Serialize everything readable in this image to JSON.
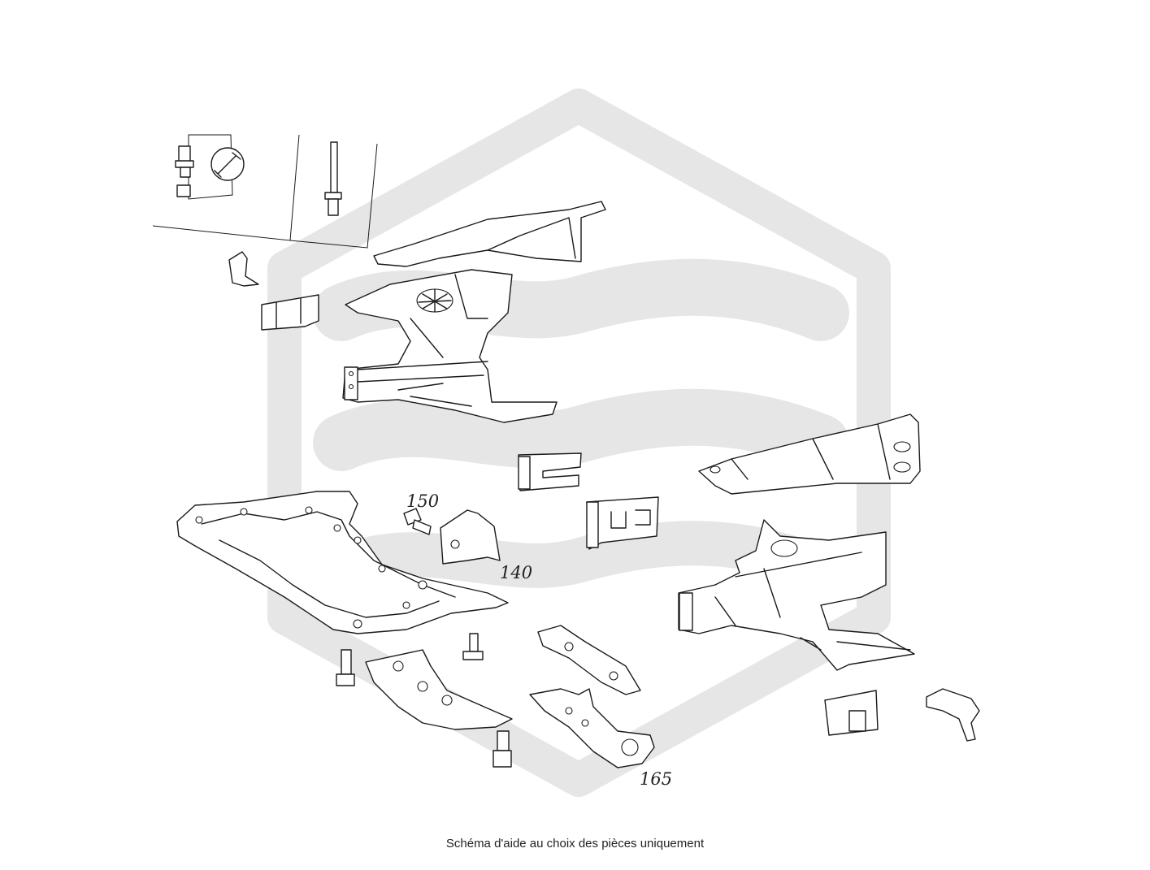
{
  "diagram": {
    "callouts": [
      {
        "id": "150",
        "label": "150"
      },
      {
        "id": "140",
        "label": "140"
      },
      {
        "id": "165",
        "label": "165"
      }
    ],
    "watermark_color": "#e6e6e6",
    "line_color": "#1a1a1a"
  },
  "caption": "Schéma d'aide au choix des pièces uniquement"
}
